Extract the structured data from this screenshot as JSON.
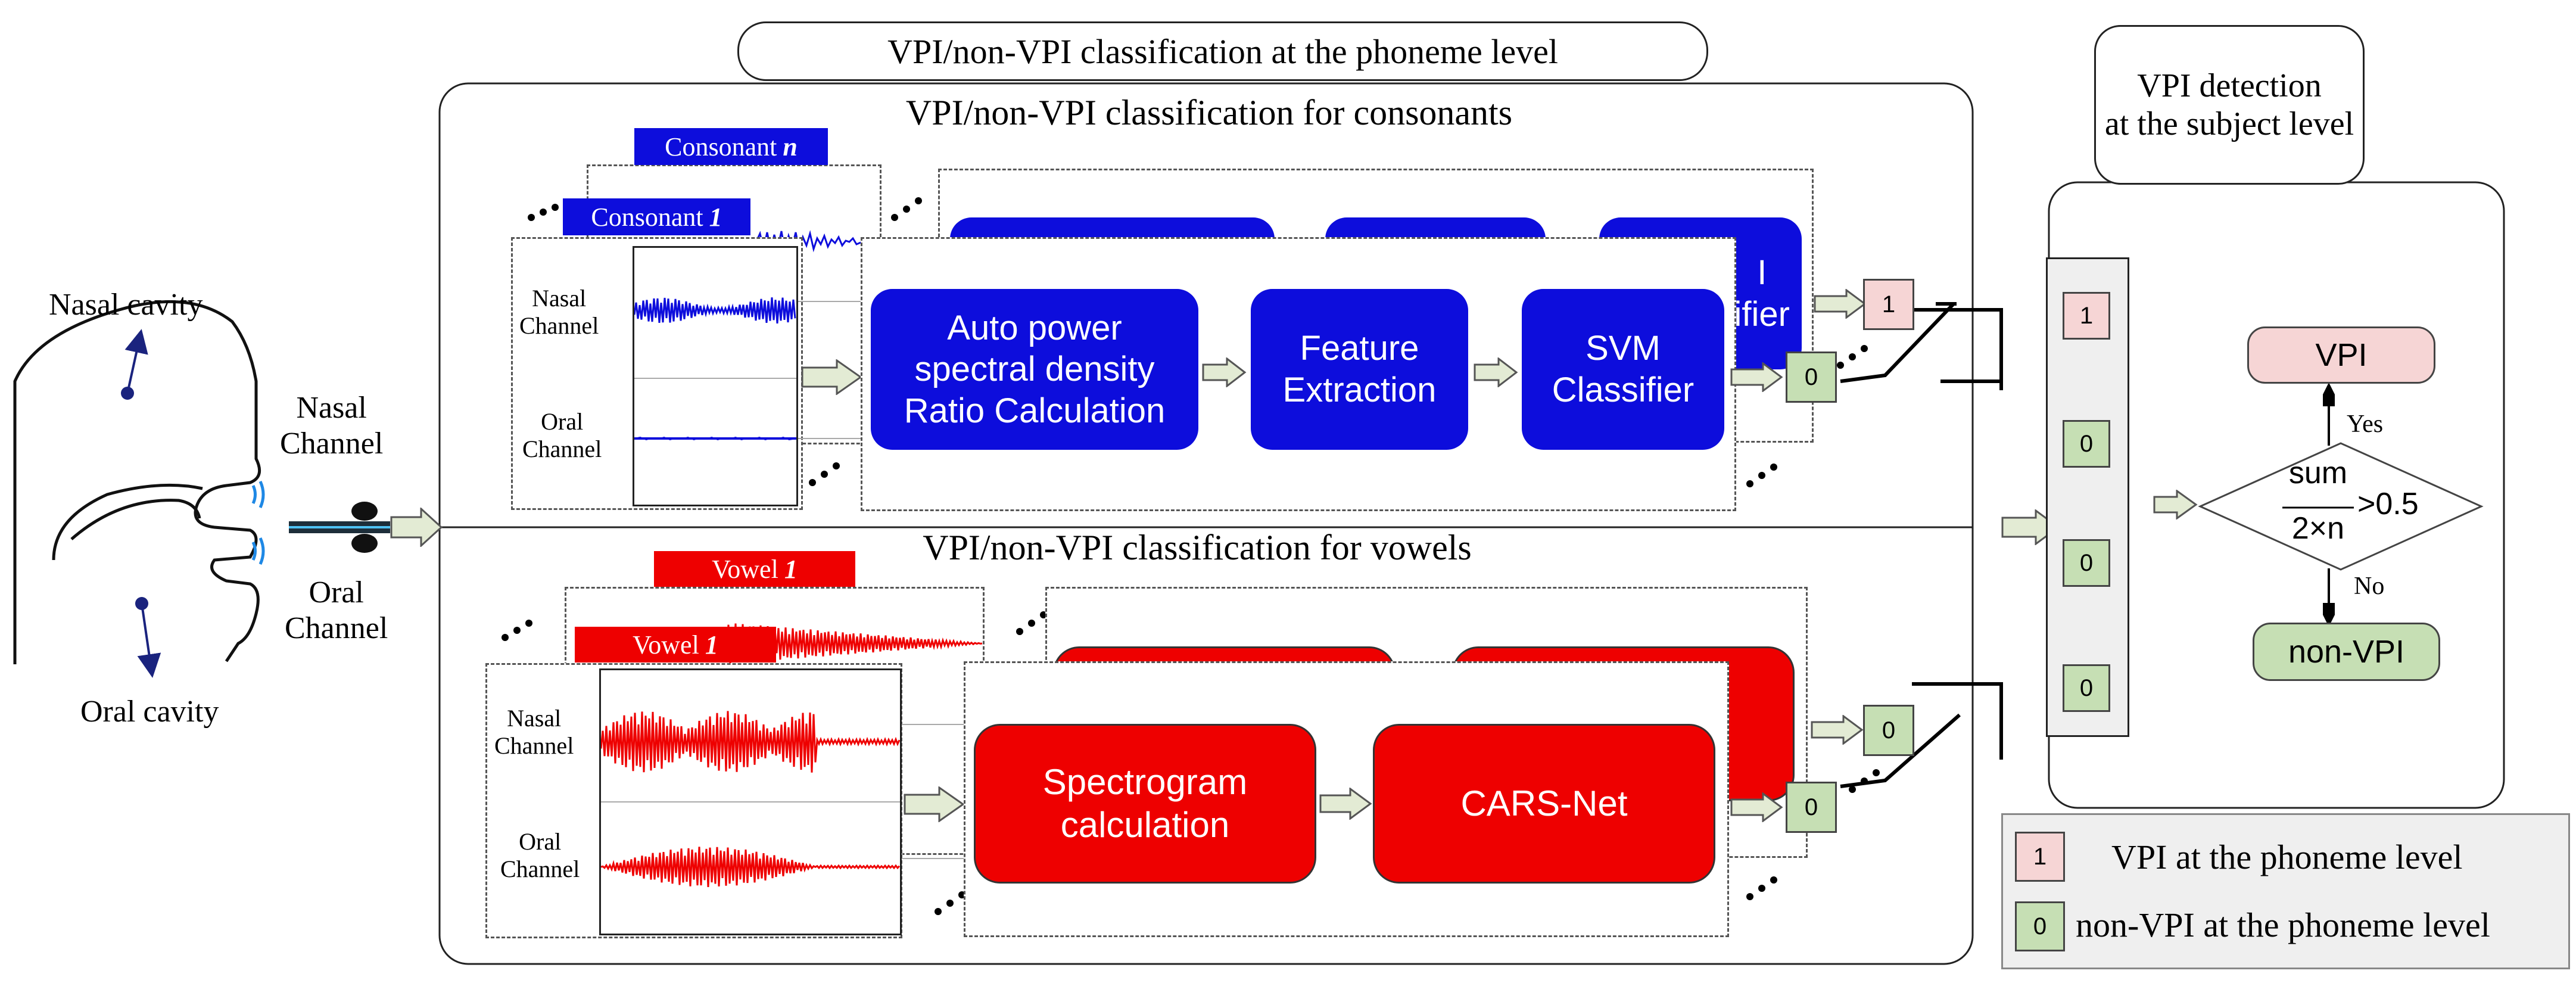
{
  "anatomy": {
    "nasal_cavity": "Nasal cavity",
    "oral_cavity": "Oral cavity",
    "nasal_channel": [
      "Nasal",
      "Channel"
    ],
    "oral_channel": [
      "Oral",
      "Channel"
    ]
  },
  "phoneme_title": "VPI/non-VPI classification at the phoneme level",
  "consonants": {
    "title": "VPI/non-VPI classification for consonants",
    "tag_n": {
      "text": "Consonant",
      "index": "n"
    },
    "tag_1": {
      "text": "Consonant",
      "index": "1"
    },
    "nasal_label": [
      "Nasal",
      "Channel"
    ],
    "oral_label": [
      "Oral",
      "Channel"
    ],
    "steps": [
      {
        "label": [
          "Auto power",
          "spectral density",
          "Ratio Calculation"
        ]
      },
      {
        "label": [
          "Feature",
          "Extraction"
        ]
      },
      {
        "label": [
          "SVM",
          "Classifier"
        ]
      }
    ],
    "behind_fragment": [
      "I",
      "ifier"
    ],
    "outputs": [
      "1",
      "0"
    ]
  },
  "vowels": {
    "title": "VPI/non-VPI classification for vowels",
    "tag_back": {
      "text": "Vowel",
      "index": "1"
    },
    "tag_front": {
      "text": "Vowel",
      "index": "1"
    },
    "nasal_label": [
      "Nasal",
      "Channel"
    ],
    "oral_label": [
      "Oral",
      "Channel"
    ],
    "steps": [
      {
        "label": [
          "Spectrogram",
          "calculation"
        ]
      },
      {
        "label": [
          "CARS-Net"
        ]
      }
    ],
    "outputs": [
      "0",
      "0"
    ]
  },
  "subject": {
    "title": [
      "VPI detection",
      "at the subject level"
    ],
    "column": [
      "1",
      "0",
      "0",
      "0"
    ],
    "decision": {
      "numerator": "sum",
      "denominator": "2×n",
      "comparison": ">0.5"
    },
    "yes": "Yes",
    "no": "No",
    "vpi": "VPI",
    "non_vpi": "non-VPI"
  },
  "legend": [
    {
      "value": "1",
      "text": "VPI at the phoneme level",
      "color": "#f6d5d5"
    },
    {
      "value": "0",
      "text": "non-VPI at the phoneme level",
      "color": "#c6dfb4"
    }
  ],
  "colors": {
    "consonant_blue": "#0d0ddc",
    "vowel_red": "#ee0000",
    "vpi_pink": "#f6d5d5",
    "nonvpi_green": "#c6dfb4"
  }
}
